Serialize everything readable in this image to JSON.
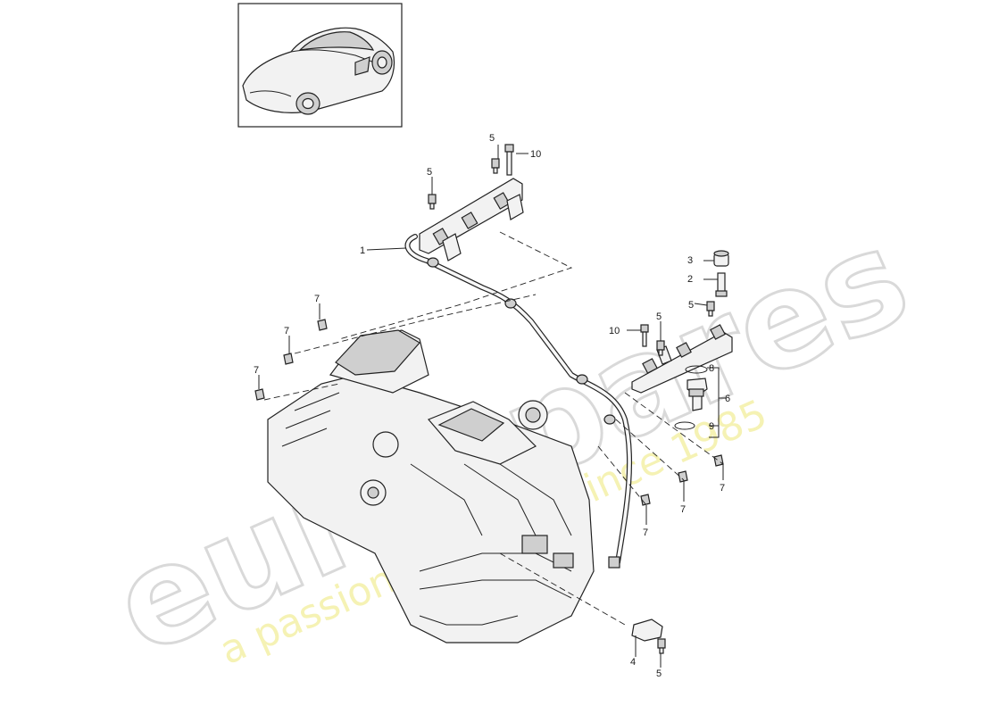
{
  "watermark": {
    "brand": "eurospares",
    "tagline": "a passion for parts since 1985"
  },
  "thumbnail": {
    "icon": "car-icon"
  },
  "callouts": [
    {
      "id": "c1",
      "text": "1"
    },
    {
      "id": "c2",
      "text": "2"
    },
    {
      "id": "c3",
      "text": "3"
    },
    {
      "id": "c4",
      "text": "4"
    },
    {
      "id": "c5a",
      "text": "5"
    },
    {
      "id": "c5b",
      "text": "5"
    },
    {
      "id": "c5c",
      "text": "5"
    },
    {
      "id": "c5d",
      "text": "5"
    },
    {
      "id": "c5e",
      "text": "5"
    },
    {
      "id": "c6",
      "text": "6"
    },
    {
      "id": "c7a",
      "text": "7"
    },
    {
      "id": "c7b",
      "text": "7"
    },
    {
      "id": "c7c",
      "text": "7"
    },
    {
      "id": "c7d",
      "text": "7"
    },
    {
      "id": "c7e",
      "text": "7"
    },
    {
      "id": "c7f",
      "text": "7"
    },
    {
      "id": "c8",
      "text": "8"
    },
    {
      "id": "c9",
      "text": "9"
    },
    {
      "id": "c10a",
      "text": "10"
    },
    {
      "id": "c10b",
      "text": "10"
    }
  ]
}
